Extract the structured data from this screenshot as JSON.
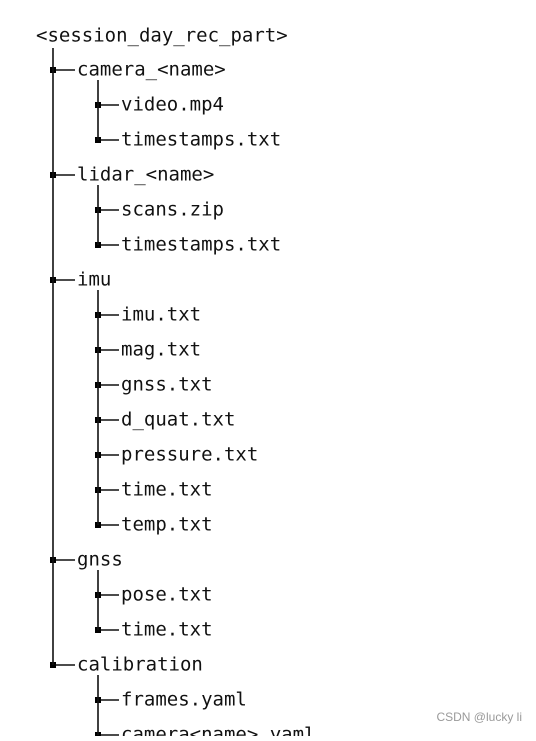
{
  "tree": {
    "root": "<session_day_rec_part>",
    "children": [
      {
        "label": "camera_<name>",
        "children": [
          "video.mp4",
          "timestamps.txt"
        ]
      },
      {
        "label": "lidar_<name>",
        "children": [
          "scans.zip",
          "timestamps.txt"
        ]
      },
      {
        "label": "imu",
        "children": [
          "imu.txt",
          "mag.txt",
          "gnss.txt",
          "d_quat.txt",
          "pressure.txt",
          "time.txt",
          "temp.txt"
        ]
      },
      {
        "label": "gnss",
        "children": [
          "pose.txt",
          "time.txt"
        ]
      },
      {
        "label": "calibration",
        "children": [
          "frames.yaml",
          "camera<name>.yaml"
        ]
      }
    ]
  },
  "watermark": "CSDN @lucky li"
}
